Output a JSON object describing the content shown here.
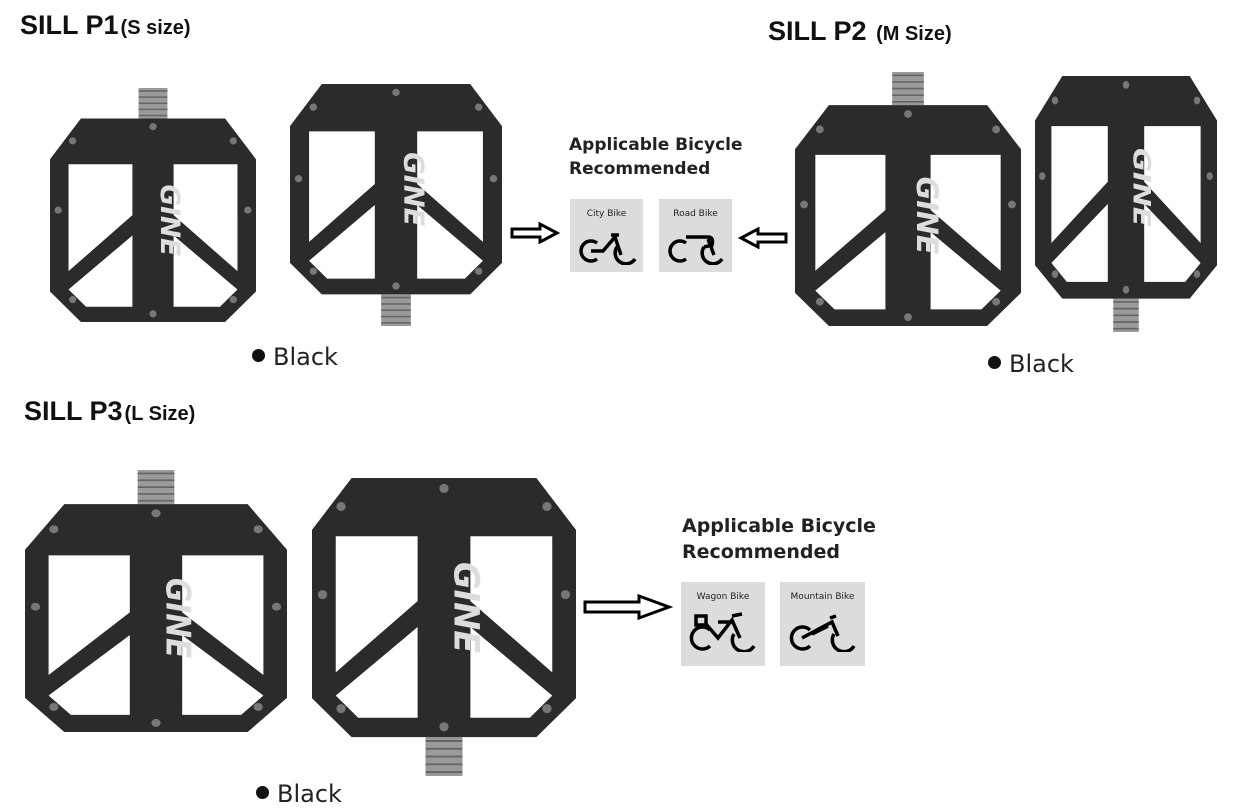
{
  "sections": [
    {
      "model": "SILL P1",
      "size": "(S size)",
      "color": "Black",
      "brand": "GINE"
    },
    {
      "model": "SILL P2",
      "size": "(M Size)",
      "color": "Black",
      "brand": "GINE"
    },
    {
      "model": "SILL P3",
      "size": "(L Size)",
      "color": "Black",
      "brand": "GINE"
    }
  ],
  "recommendations": [
    {
      "heading_line1": "Applicable Bicycle",
      "heading_line2": "Recommended",
      "bikes": [
        {
          "label": "City Bike",
          "icon": "city-bike-icon"
        },
        {
          "label": "Road Bike",
          "icon": "road-bike-icon"
        }
      ]
    },
    {
      "heading_line1": "Applicable Bicycle",
      "heading_line2": "Recommended",
      "bikes": [
        {
          "label": "Wagon Bike",
          "icon": "wagon-bike-icon"
        },
        {
          "label": "Mountain Bike",
          "icon": "mountain-bike-icon"
        }
      ]
    }
  ],
  "colors": {
    "pedal": "#2b2b2b",
    "card_bg": "#dcdcdc",
    "axle": "#9a9a9a"
  }
}
